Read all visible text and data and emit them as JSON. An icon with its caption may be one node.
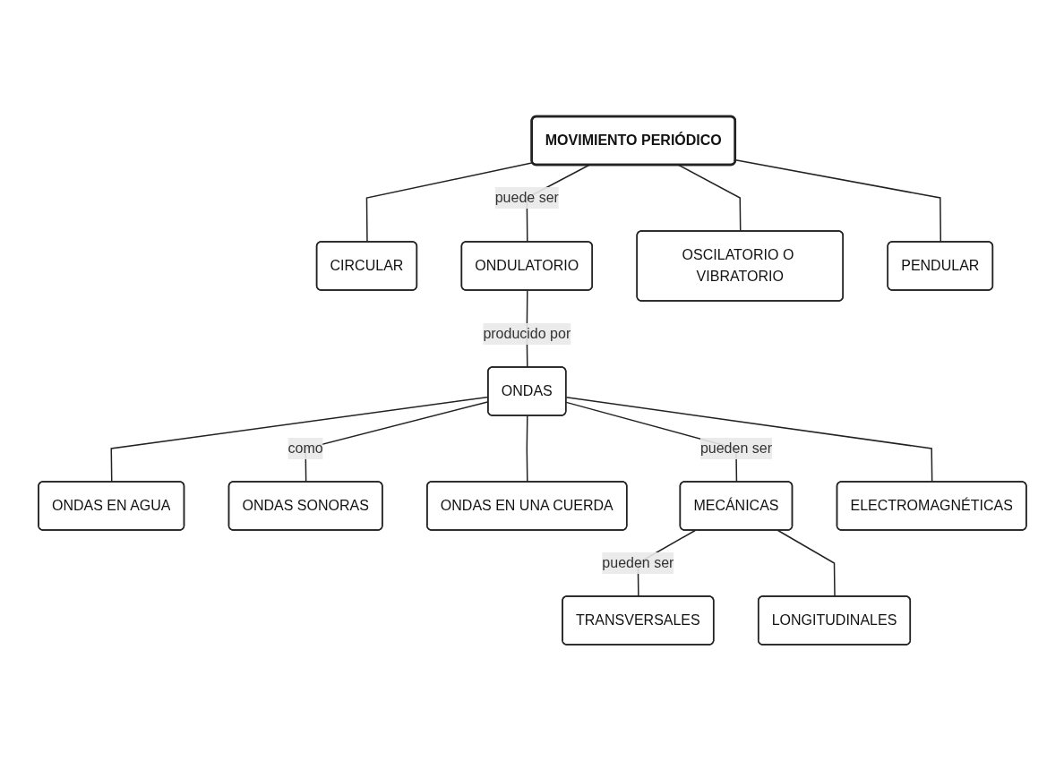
{
  "diagram": {
    "nodes": [
      {
        "text": [
          "MOVIMIENTO PERIÓDICO"
        ]
      },
      {
        "text": [
          "CIRCULAR"
        ]
      },
      {
        "text": [
          "ONDULATORIO"
        ]
      },
      {
        "text": [
          "OSCILATORIO O VIBRATORIO"
        ]
      },
      {
        "text": [
          "PENDULAR"
        ]
      },
      {
        "text": [
          "ONDAS"
        ]
      },
      {
        "text": [
          "ONDAS EN AGUA"
        ]
      },
      {
        "text": [
          "ONDAS SONORAS"
        ]
      },
      {
        "text": [
          "ONDAS EN UNA CUERDA"
        ]
      },
      {
        "text": [
          "MECÁNICAS"
        ]
      },
      {
        "text": [
          "ELECTROMAGNÉTICAS"
        ]
      },
      {
        "text": [
          "TRANSVERSALES"
        ]
      },
      {
        "text": [
          "LONGITUDINALES"
        ]
      }
    ],
    "edges": [
      {
        "from": 0,
        "to": 1,
        "arrow": "none"
      },
      {
        "from": 0,
        "to": 2,
        "arrow": "none",
        "label": "puede ser"
      },
      {
        "from": 0,
        "to": 3,
        "arrow": "none"
      },
      {
        "from": 0,
        "to": 4,
        "arrow": "none"
      },
      {
        "from": 2,
        "to": 5,
        "arrow": "none",
        "label": "producido por"
      },
      {
        "from": 5,
        "to": 6,
        "arrow": "none"
      },
      {
        "from": 5,
        "to": 7,
        "arrow": "none",
        "label": "como"
      },
      {
        "from": 5,
        "to": 8,
        "arrow": "none"
      },
      {
        "from": 5,
        "to": 9,
        "arrow": "none",
        "label": "pueden ser"
      },
      {
        "from": 5,
        "to": 10,
        "arrow": "none"
      },
      {
        "from": 9,
        "to": 11,
        "arrow": "none",
        "label": "pueden ser"
      },
      {
        "from": 9,
        "to": 12,
        "arrow": "none"
      }
    ]
  }
}
